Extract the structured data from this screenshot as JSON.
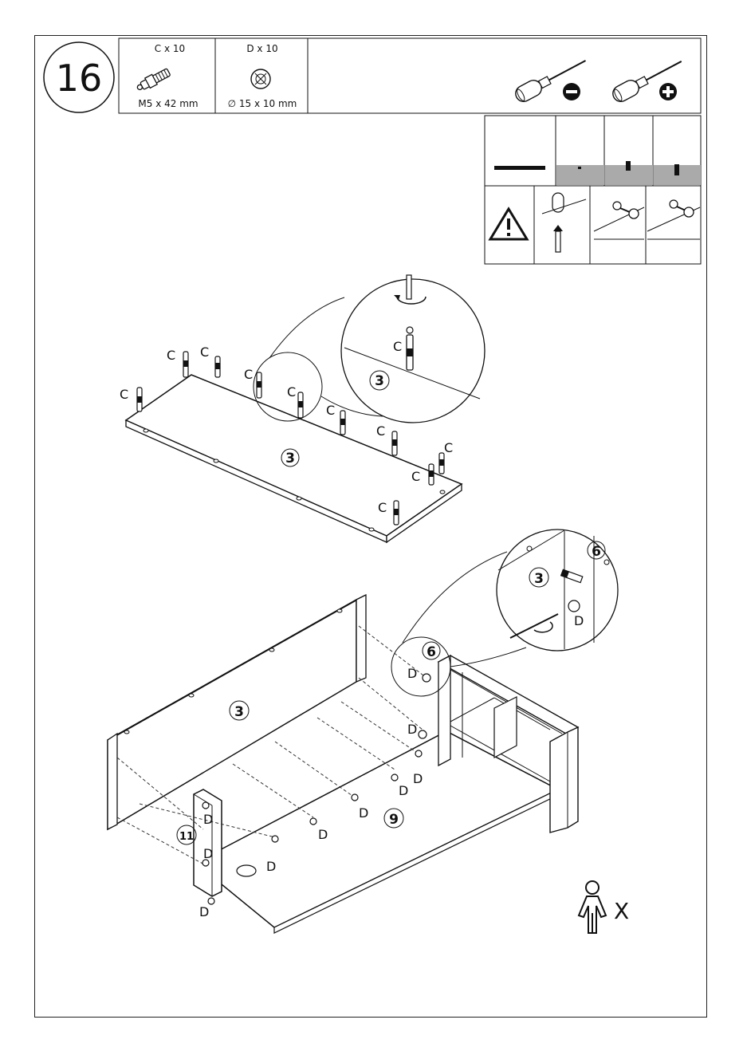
{
  "step": {
    "number": "16"
  },
  "parts": [
    {
      "id": "C",
      "qty_label": "C x 10",
      "size_label": "M5  x 42 mm"
    },
    {
      "id": "D",
      "qty_label": "D x 10",
      "size_label": "∅ 15 x 10 mm"
    }
  ],
  "tools": [
    {
      "name": "flat-screwdriver-icon",
      "symbol": "−"
    },
    {
      "name": "phillips-screwdriver-icon",
      "symbol": "+"
    }
  ],
  "diagram_top": {
    "panel_label": "3",
    "fitting_label": "C",
    "detail": {
      "fitting_label": "C",
      "panel_label": "3"
    }
  },
  "diagram_bottom": {
    "panel_back": "3",
    "panel_base": "9",
    "panel_side": "11",
    "panel_unit": "6",
    "fitting_label": "D",
    "detail": {
      "panel_a": "3",
      "panel_b": "6",
      "fitting_label": "D"
    }
  },
  "persons": {
    "count_label": "X"
  }
}
